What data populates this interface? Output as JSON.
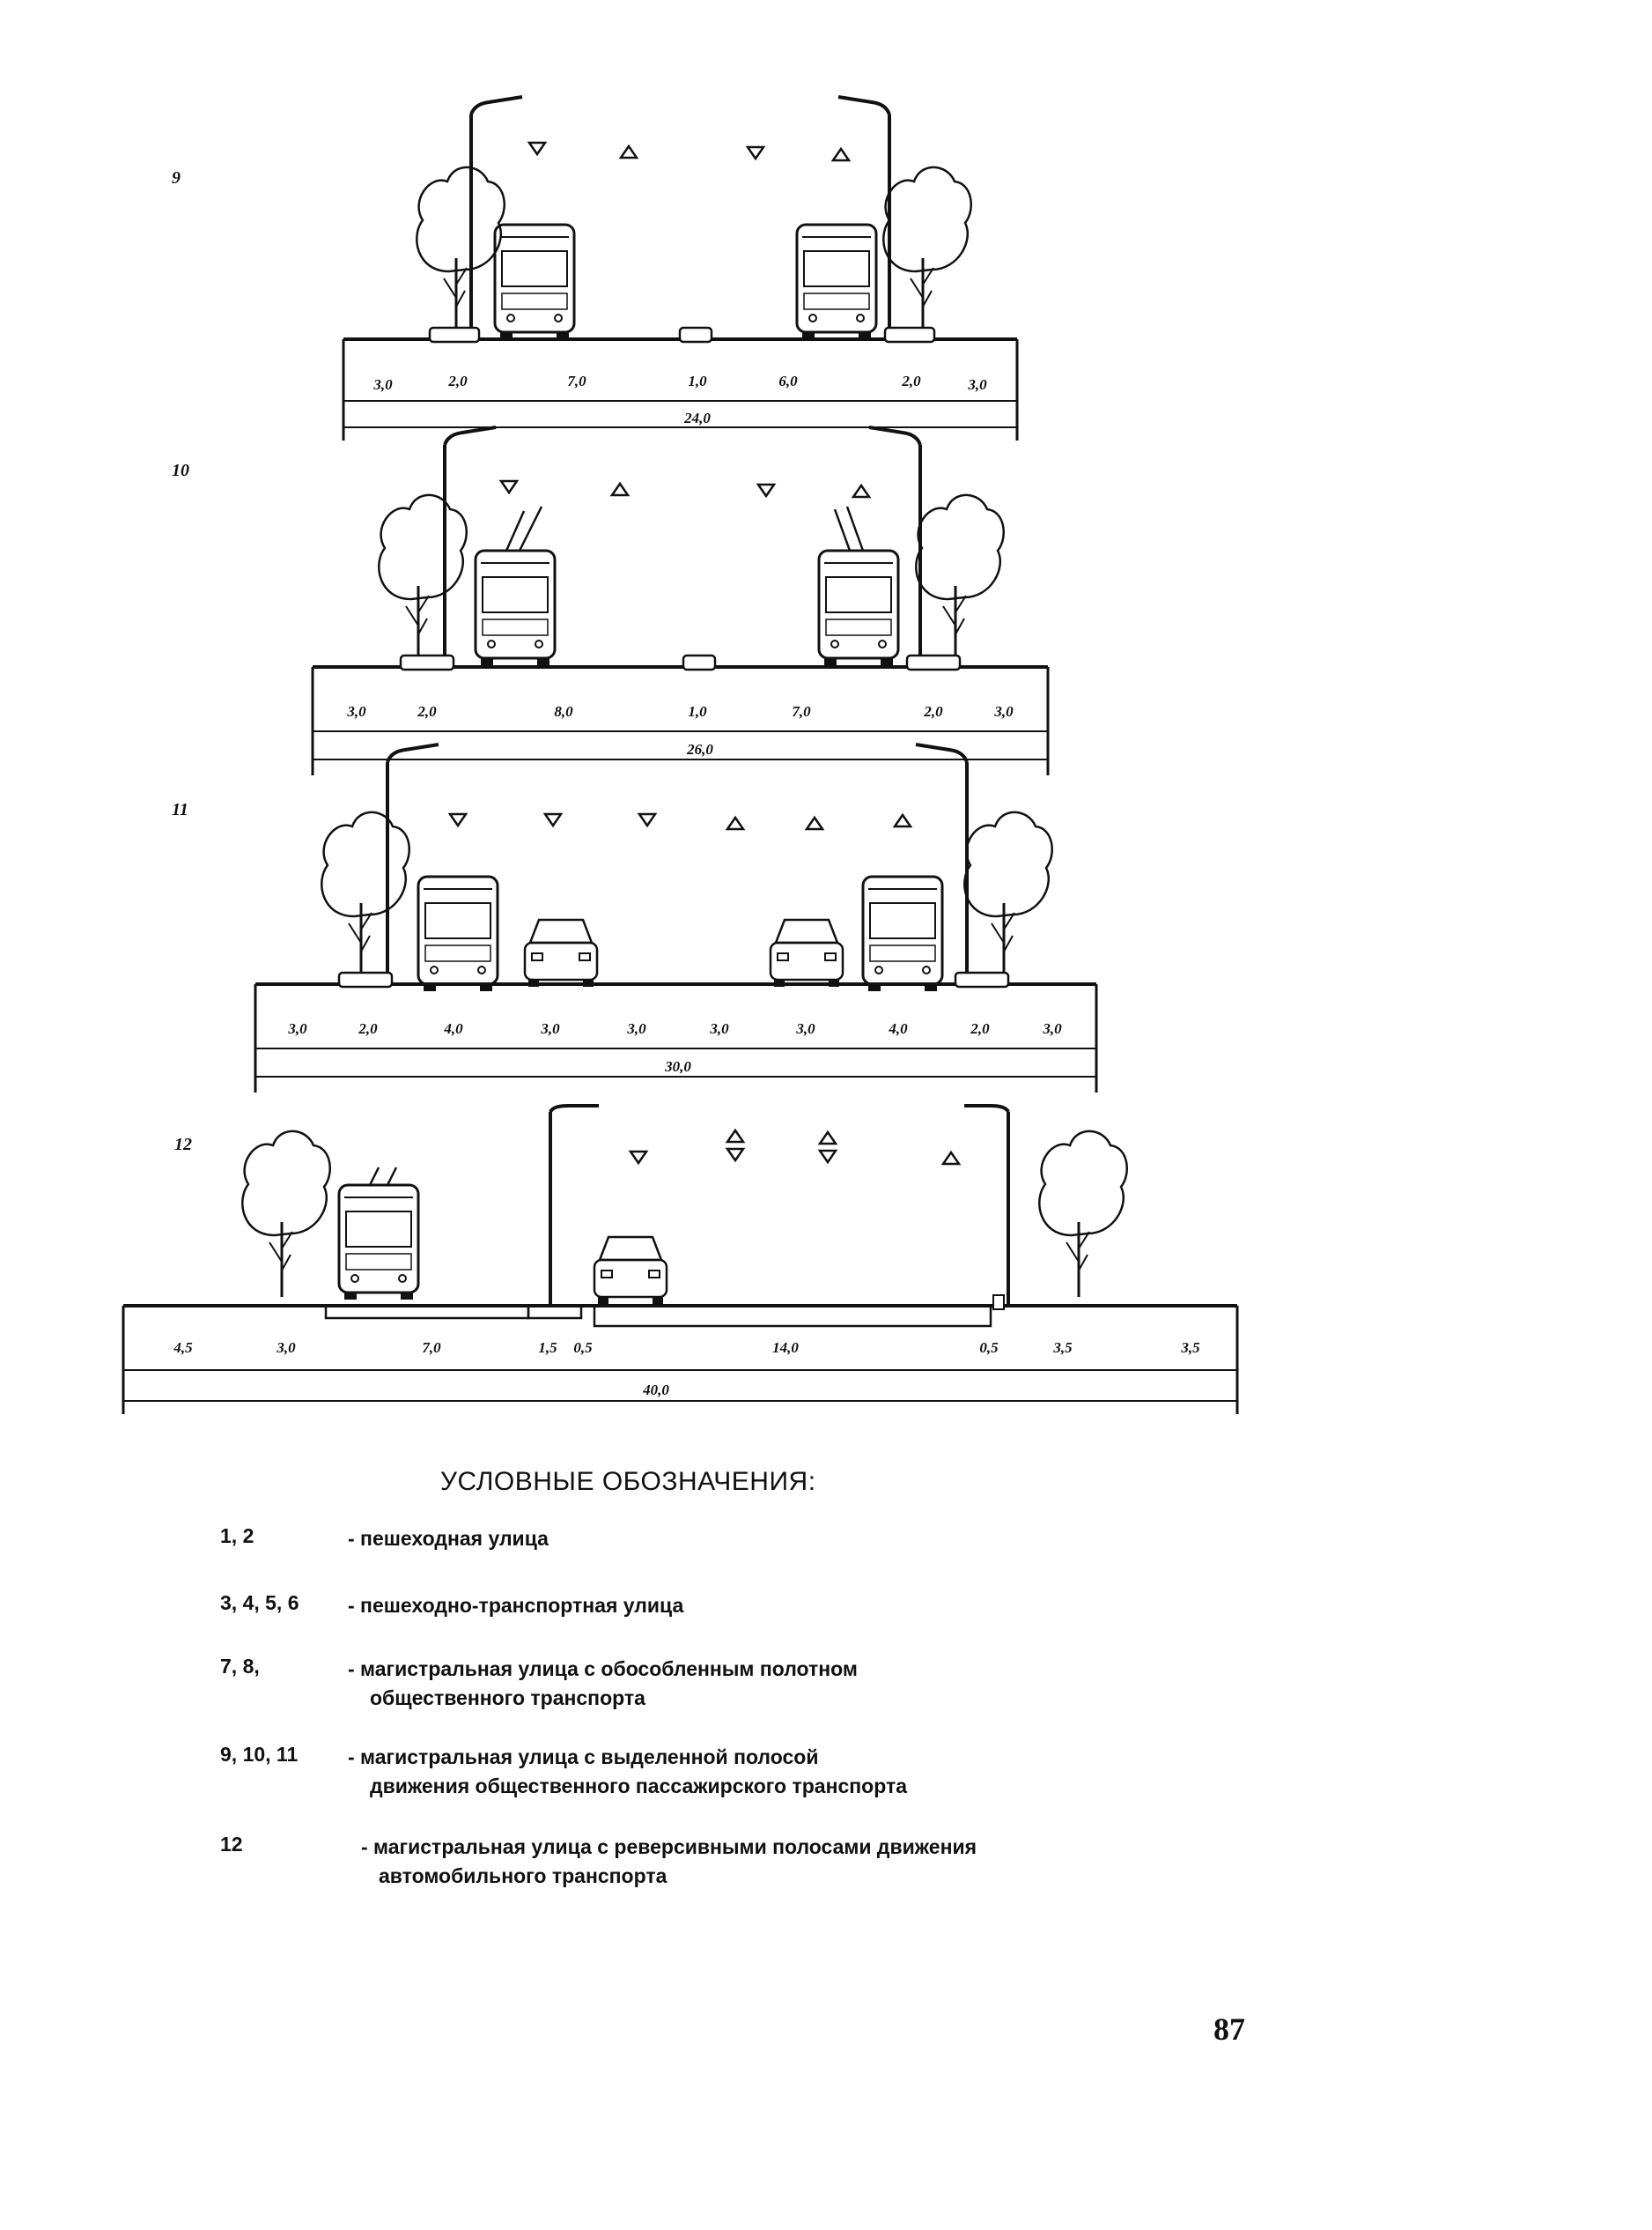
{
  "sections": [
    {
      "id": "9",
      "number": "9",
      "lanes": [
        "3,0",
        "2,0",
        "7,0",
        "1,0",
        "6,0",
        "2,0",
        "3,0"
      ],
      "total": "24,0"
    },
    {
      "id": "10",
      "number": "10",
      "lanes": [
        "3,0",
        "2,0",
        "8,0",
        "1,0",
        "7,0",
        "2,0",
        "3,0"
      ],
      "total": "26,0"
    },
    {
      "id": "11",
      "number": "11",
      "lanes": [
        "3,0",
        "2,0",
        "4,0",
        "3,0",
        "3,0",
        "3,0",
        "3,0",
        "4,0",
        "2,0",
        "3,0"
      ],
      "total": "30,0"
    },
    {
      "id": "12",
      "number": "12",
      "lanes": [
        "4,5",
        "3,0",
        "7,0",
        "1,5",
        "0,5",
        "14,0",
        "0,5",
        "3,5",
        "3,5"
      ],
      "total": "40,0"
    }
  ],
  "legend": {
    "title": "УСЛОВНЫЕ ОБОЗНАЧЕНИЯ:",
    "items": [
      {
        "keys": "1, 2",
        "lines": [
          "- пешеходная улица"
        ]
      },
      {
        "keys": "3, 4, 5, 6",
        "lines": [
          "- пешеходно-транспортная улица"
        ]
      },
      {
        "keys": "7, 8,",
        "lines": [
          "- магистральная улица с обособленным полотном",
          "общественного транспорта"
        ]
      },
      {
        "keys": "9, 10, 11",
        "lines": [
          "- магистральная улица с выделенной полосой",
          "движения общественного пассажирского транспорта"
        ]
      },
      {
        "keys": "12",
        "lines": [
          "- магистральная улица с реверсивными полосами движения",
          "автомобильного транспорта"
        ]
      }
    ]
  },
  "page_number": "87"
}
